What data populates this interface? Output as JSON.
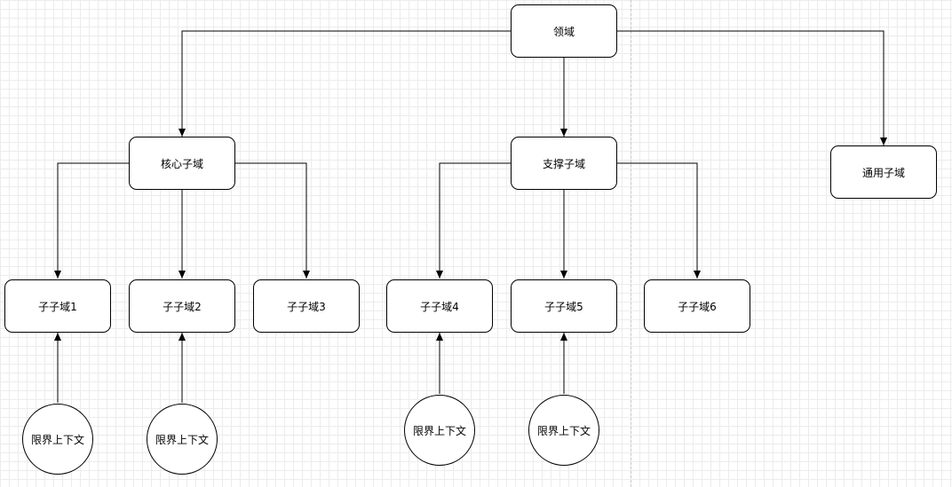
{
  "diagram": {
    "nodes": {
      "domain": "领域",
      "core_subdomain": "核心子域",
      "supporting_subdomain": "支撑子域",
      "generic_subdomain": "通用子域",
      "subsub1": "子子域1",
      "subsub2": "子子域2",
      "subsub3": "子子域3",
      "subsub4": "子子域4",
      "subsub5": "子子域5",
      "subsub6": "子子域6",
      "bc1": "限界上下文",
      "bc2": "限界上下文",
      "bc3": "限界上下文",
      "bc4": "限界上下文"
    },
    "edges": [
      {
        "from": "domain",
        "to": "core_subdomain"
      },
      {
        "from": "domain",
        "to": "supporting_subdomain"
      },
      {
        "from": "domain",
        "to": "generic_subdomain"
      },
      {
        "from": "core_subdomain",
        "to": "subsub1"
      },
      {
        "from": "core_subdomain",
        "to": "subsub2"
      },
      {
        "from": "core_subdomain",
        "to": "subsub3"
      },
      {
        "from": "supporting_subdomain",
        "to": "subsub4"
      },
      {
        "from": "supporting_subdomain",
        "to": "subsub5"
      },
      {
        "from": "supporting_subdomain",
        "to": "subsub6"
      },
      {
        "from": "bc1",
        "to": "subsub1"
      },
      {
        "from": "bc2",
        "to": "subsub2"
      },
      {
        "from": "bc3",
        "to": "subsub4"
      },
      {
        "from": "bc4",
        "to": "subsub5"
      }
    ]
  }
}
